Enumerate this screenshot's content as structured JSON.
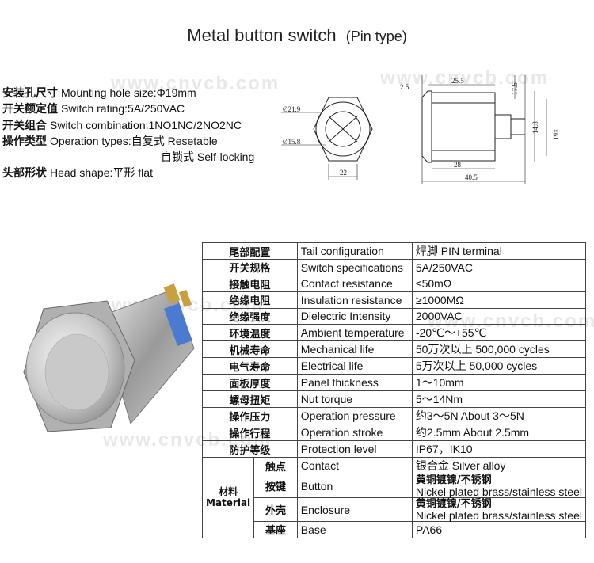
{
  "header": {
    "title": "Metal button switch",
    "subtitle": "(Pin type)"
  },
  "specs": [
    {
      "cn": "安装孔尺寸",
      "text": "Mounting hole size:Φ19mm"
    },
    {
      "cn": "开关额定值",
      "text": "Switch rating:5A/250VAC"
    },
    {
      "cn": "开关组合",
      "text": "Switch combination:1NO1NC/2NO2NC"
    },
    {
      "cn": "操作类型",
      "text": "Operation types:自复式 Resetable"
    },
    {
      "cn": "",
      "text": "自锁式 Self-locking"
    },
    {
      "cn": "头部形状",
      "text": "Head shape:平形 flat"
    }
  ],
  "drawing": {
    "d_outer": "Ø21.9",
    "d_inner": "Ø15.8",
    "hex_width": "22",
    "head_h": "2.5",
    "thread_len": "25.5",
    "body_len": "28",
    "total_len": "40.5",
    "dim_176": "17.6",
    "dim_148": "14.8",
    "thread": "19×1"
  },
  "watermark": "www.cnvcb.com",
  "table": {
    "rows": [
      {
        "cn": "尾部配置",
        "en": "Tail configuration",
        "val": "焊脚  PIN terminal"
      },
      {
        "cn": "开关规格",
        "en": "Switch specifications",
        "val": "5A/250VAC"
      },
      {
        "cn": "接触电阻",
        "en": "Contact resistance",
        "val": "≤50mΩ"
      },
      {
        "cn": "绝缘电阻",
        "en": "Insulation resistance",
        "val": "≥1000MΩ"
      },
      {
        "cn": "绝缘强度",
        "en": "Dielectric Intensity",
        "val": "2000VAC"
      },
      {
        "cn": "环境温度",
        "en": "Ambient temperature",
        "val": "-20℃～+55℃"
      },
      {
        "cn": "机械寿命",
        "en": "Mechanical life",
        "val": "50万次以上 500,000 cycles"
      },
      {
        "cn": "电气寿命",
        "en": "Electrical life",
        "val": "5万次以上 50,000  cycles"
      },
      {
        "cn": "面板厚度",
        "en": "Panel thickness",
        "val": "1～10mm"
      },
      {
        "cn": "螺母扭矩",
        "en": "Nut torque",
        "val": "5～14Nm"
      },
      {
        "cn": "操作压力",
        "en": "Operation pressure",
        "val": "约3～5N About 3～5N"
      },
      {
        "cn": "操作行程",
        "en": "Operation stroke",
        "val": "约2.5mm About 2.5mm"
      },
      {
        "cn": "防护等级",
        "en": "Protection level",
        "val": "IP67，IK10"
      }
    ],
    "material": {
      "group_cn": "材料",
      "group_en": "Material",
      "rows": [
        {
          "cn": "触点",
          "en": "Contact",
          "val": "银合金 Silver alloy"
        },
        {
          "cn": "按键",
          "en": "Button",
          "val1": "黄铜镀镍/不锈钢",
          "val2": "Nickel plated brass/stainless steel"
        },
        {
          "cn": "外壳",
          "en": "Enclosure",
          "val1": "黄铜镀镍/不锈钢",
          "val2": "Nickel plated brass/stainless steel"
        },
        {
          "cn": "基座",
          "en": "Base",
          "val": "PA66"
        }
      ]
    }
  }
}
